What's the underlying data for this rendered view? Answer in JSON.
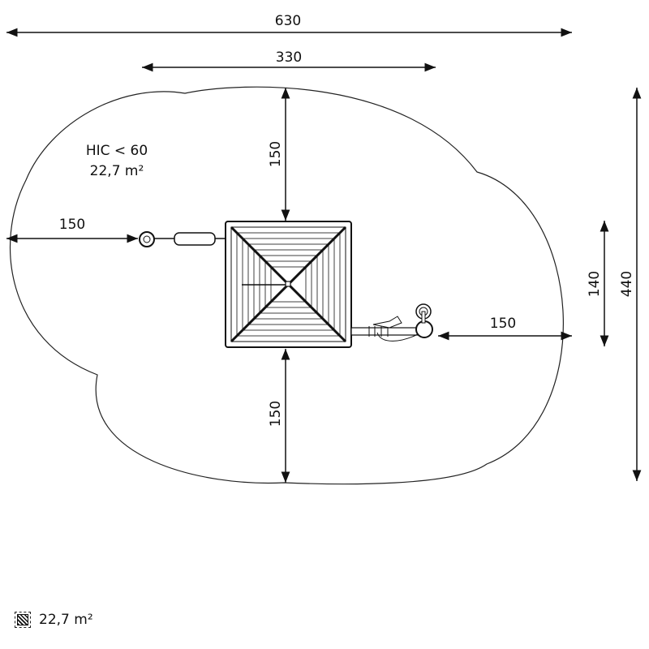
{
  "area_label": {
    "hic": "HIC < 60",
    "area": "22,7 m²"
  },
  "dimensions": {
    "total_width": "630",
    "structure_width": "330",
    "top_clearance": "150",
    "bottom_clearance": "150",
    "left_clearance": "150",
    "right_clearance": "150",
    "structure_depth": "140",
    "total_depth": "440"
  },
  "legend": {
    "icon": "hatched-area-icon",
    "area": "22,7 m²"
  }
}
